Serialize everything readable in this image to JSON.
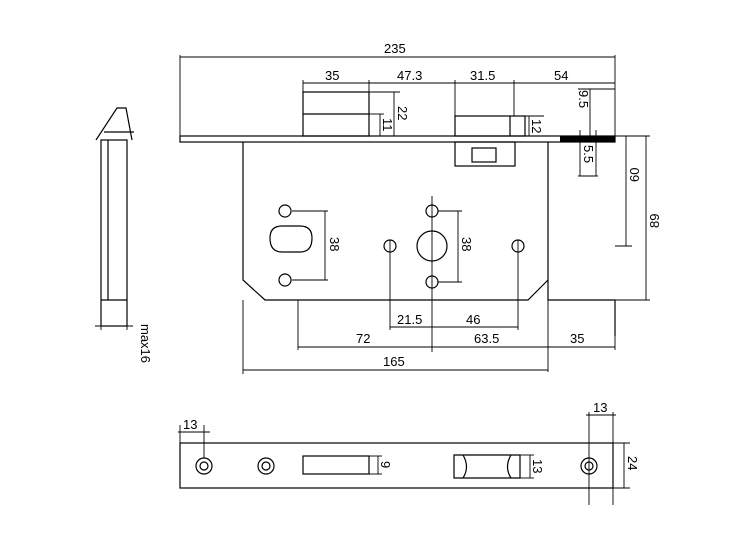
{
  "dimensions": {
    "overall_width": "235",
    "bolt_length": "35",
    "spacing_47_3": "47.3",
    "latch_length": "31.5",
    "latch_to_edge": "54",
    "bolt_height": "22",
    "bolt_lower": "11",
    "latch_height": "12",
    "faceplate_thickness": "9.5",
    "faceplate_inner": "5.5",
    "top_to_keyhole": "60",
    "case_height": "89",
    "keyhole_spacing_left": "38",
    "keyhole_spacing_right": "38",
    "spacing_21_5": "21.5",
    "spacing_46": "46",
    "backset_72": "72",
    "backset_63_5": "63.5",
    "case_to_edge": "35",
    "case_width": "165",
    "side_max": "max16",
    "strike_hole_left": "13",
    "strike_hole_right": "13",
    "strike_slot_bolt": "9",
    "strike_slot_latch": "13",
    "strike_height": "24"
  }
}
